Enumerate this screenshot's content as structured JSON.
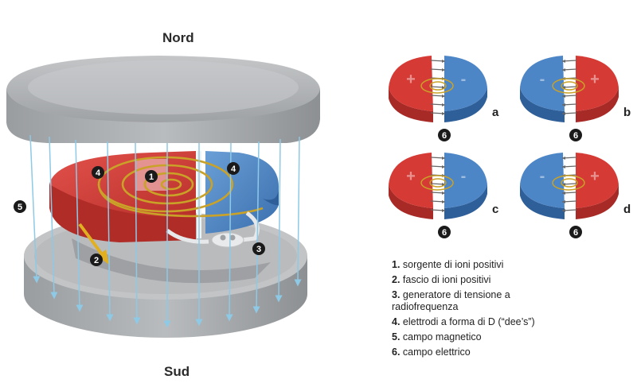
{
  "labels": {
    "north": "Nord",
    "south": "Sud"
  },
  "markers": [
    "1",
    "2",
    "3",
    "4",
    "5",
    "6"
  ],
  "panels": [
    {
      "letter": "a",
      "left_sign": "+",
      "right_sign": "-",
      "left_color": "red",
      "right_color": "blue"
    },
    {
      "letter": "b",
      "left_sign": "-",
      "right_sign": "+",
      "left_color": "blue",
      "right_color": "red"
    },
    {
      "letter": "c",
      "left_sign": "+",
      "right_sign": "-",
      "left_color": "red",
      "right_color": "blue"
    },
    {
      "letter": "d",
      "left_sign": "-",
      "right_sign": "+",
      "left_color": "blue",
      "right_color": "red"
    }
  ],
  "legend": [
    {
      "num": "1.",
      "text": "sorgente di ioni positivi"
    },
    {
      "num": "2.",
      "text": "fascio di ioni positivi"
    },
    {
      "num": "3.",
      "text": "generatore di tensione a radiofrequenza"
    },
    {
      "num": "4.",
      "text": "elettrodi a forma di D (“dee’s”)"
    },
    {
      "num": "5.",
      "text": "campo magnetico"
    },
    {
      "num": "6.",
      "text": "campo elettrico"
    }
  ],
  "colors": {
    "red": "#d63a35",
    "red_dark": "#a82a27",
    "blue": "#4d86c6",
    "blue_dark": "#2f5f99",
    "magnet": "#a9acaf",
    "magnet_dark": "#8a8d90",
    "field_lines": "#8ec9e6",
    "spiral": "#c9a227",
    "badge": "#1a1a1a"
  }
}
